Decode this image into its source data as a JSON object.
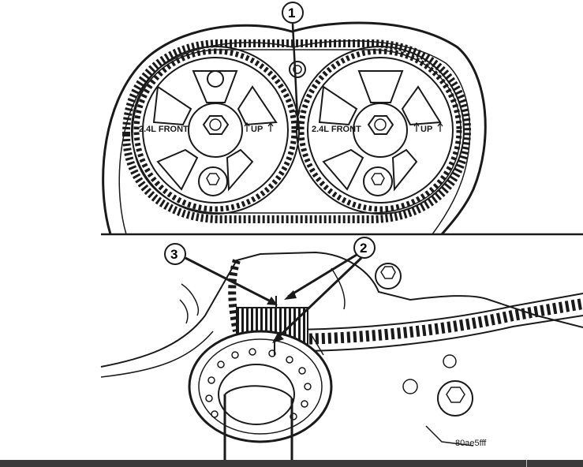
{
  "callouts": [
    "1",
    "2",
    "3"
  ],
  "sprocket_labels": {
    "left_front": "2.4L FRONT",
    "left_up": "UP",
    "right_front": "2.4L FRONT",
    "right_up": "UP"
  },
  "figure_code": "80ae5fff",
  "colors": {
    "ink": "#1a1a1a",
    "paper": "#ffffff",
    "bar": "#3a3a3a"
  }
}
